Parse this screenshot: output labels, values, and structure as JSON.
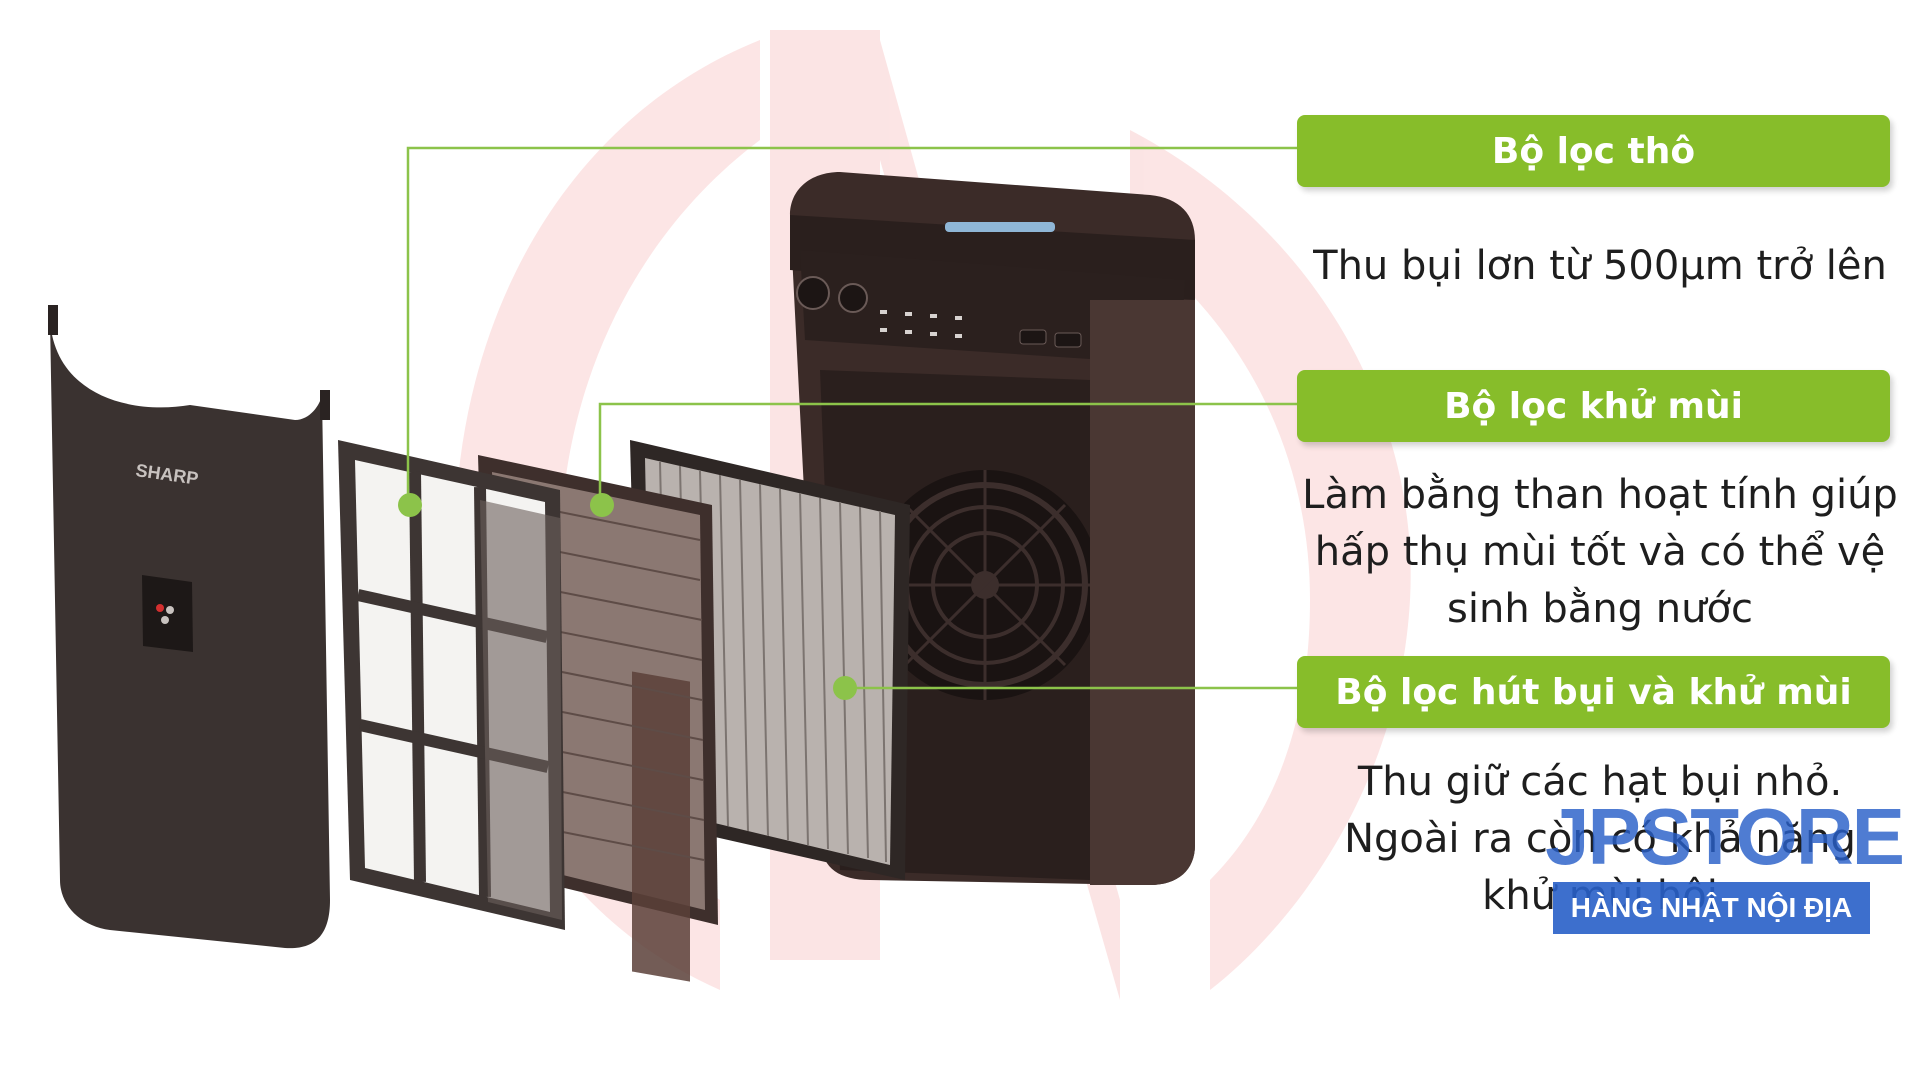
{
  "colors": {
    "accent_green": "#87bd2a",
    "line_green": "#8cc34a",
    "watermark_blue": "#285fc8",
    "purifier_brown": "#3b2b28"
  },
  "product": {
    "brand": "SHARP"
  },
  "callouts": [
    {
      "label": "Bộ lọc thô",
      "desc_lines": [
        "Thu bụi lơn từ 500μm trở lên"
      ]
    },
    {
      "label": "Bộ lọc khử mùi",
      "desc_lines": [
        "Làm bằng than hoạt tính giúp",
        "hấp thụ mùi tốt và có thể vệ",
        "sinh bằng nước"
      ]
    },
    {
      "label": "Bộ lọc hút bụi và khử mùi",
      "desc_lines": [
        "Thu giữ các hạt bụi nhỏ.",
        "Ngoài ra còn có khả năng",
        "khử mùi hôi"
      ]
    }
  ],
  "watermark": {
    "title": "JPSTORE",
    "subtitle": "HÀNG NHẬT NỘI ĐỊA"
  }
}
